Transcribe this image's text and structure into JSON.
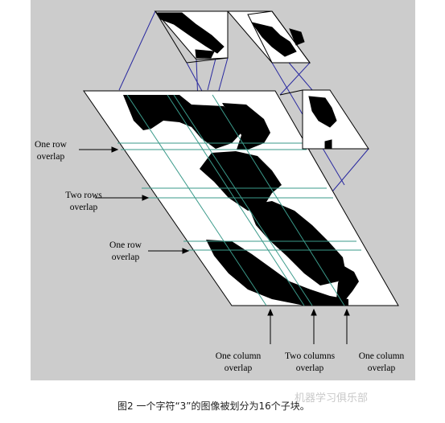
{
  "annotations": {
    "left_top": [
      "One row",
      "overlap"
    ],
    "left_middle": [
      "Two rows",
      "overlap"
    ],
    "left_bottom": [
      "One row",
      "overlap"
    ],
    "bottom_left": [
      "One column",
      "overlap"
    ],
    "bottom_middle": [
      "Two columns",
      "overlap"
    ],
    "bottom_right": [
      "One column",
      "overlap"
    ]
  },
  "caption": "图2 一个字符“3”的图像被划分为16个子块。",
  "watermark": "机器学习俱乐部",
  "colors": {
    "figure_background": "#cccccc",
    "plane_fill": "#ffffff",
    "ink": "#000000",
    "overlap_lines": "#3a9a8a",
    "projection_lines": "#2a2aa0"
  }
}
